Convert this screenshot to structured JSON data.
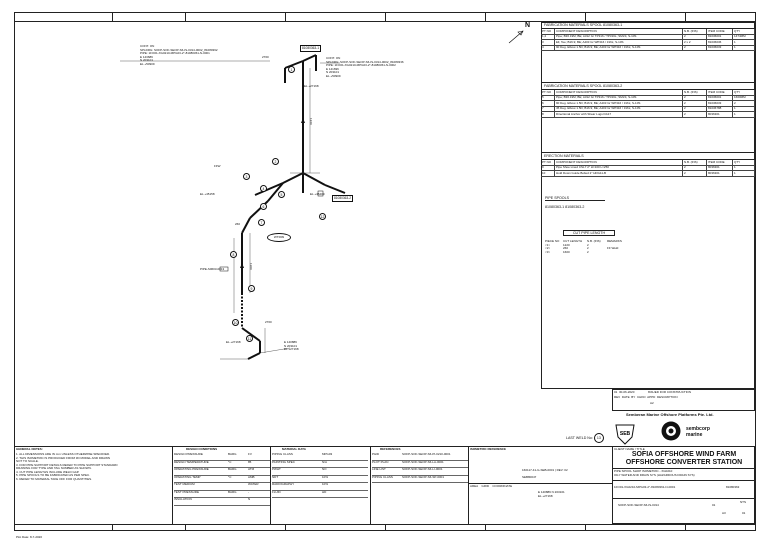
{
  "sheet": {
    "grid_top": [
      "",
      "",
      "",
      "",
      "",
      "",
      ""
    ],
    "plot_date": "Plot Date:  8-7-2020"
  },
  "north": {
    "label": "N"
  },
  "iso": {
    "cont_top_left": [
      "CONT. ON",
      "SPLDRG: SOFP-SOF-SEOP-S6-IS-0314-0002_81080362",
      "PIPE: 1FO01-XG0210-MPG03-2\"-81080361-N-0001",
      "E 143689",
      "N 203101",
      "EL +50909"
    ],
    "cont_top_right": [
      "CONT. ON",
      "SPLDRG: SOFP-SOF-SEOP-S6-IS-0314-0002_81080336",
      "PIPE: 1FO01-XG0210-MPG03-2\"-81080361-N-0002",
      "E 141696",
      "N 203101",
      "EL +50909"
    ],
    "spool_tags": {
      "top": "81080363-1",
      "mid": "81080363-2"
    },
    "dims": {
      "d2760_top": "2760",
      "d1220": "1220",
      "d1300": "1300",
      "d260": "260",
      "d2760_bot": "2760",
      "el_27168": "EL +27168"
    },
    "labels": {
      "ffw": "FFW",
      "el_45158": "EL +45158",
      "el_45209": "EL +45209",
      "pipe_ref": "PIPE-S0603-0013",
      "weld": "WTR09"
    },
    "bottom_coords": [
      "E 140889",
      "N 203101",
      "EL +27168"
    ],
    "bottom_el": "EL +27168",
    "circles": [
      "1",
      "2",
      "3",
      "4",
      "5",
      "6",
      "7",
      "8",
      "9",
      "10",
      "11",
      "12"
    ]
  },
  "fab1": {
    "title": "FABRICATION MATERIALS SPOOL 81080363-1",
    "headers": [
      "PT NO",
      "COMPONENT DESCRIPTION",
      "N.B. (INS)",
      "ITEM CODE",
      "QTY"
    ],
    "rows": [
      [
        "1,2",
        "Pipe; B36.19M; BE; A312 Gr TP316 / TP316L; SMLS; S-10S",
        "2",
        "81036001",
        "1474MM"
      ],
      [
        "3",
        "Ell, Tee; B16.9; BE; A403 Gr WP316 / 316L; S-10S",
        "2 x 2",
        "81036036",
        "1"
      ],
      [
        "4",
        "90 Deg. Elbow 1.5D; B16.9; BE; A403 Gr WP316 / 316L; S-10S",
        "2",
        "81036033",
        "1"
      ]
    ]
  },
  "fab2": {
    "title": "FABRICATION MATERIALS SPOOL 81080363-2",
    "headers": [
      "PT NO",
      "COMPONENT DESCRIPTION",
      "N.B. (INS)",
      "ITEM CODE",
      "QTY"
    ],
    "rows": [
      [
        "5",
        "Pipe; B36.19M; BE; A312 Gr TP316 / TP316L; SMLS; S-10S",
        "2",
        "81036001",
        "1660MM"
      ],
      [
        "6",
        "90 Deg. Elbow 1.5D; B16.9; BE; A403 Gr WP316 / 316L; S-10S",
        "2",
        "81036033",
        "2"
      ],
      [
        "7",
        "45 Deg. Elbow 1.5D; B16.9; BE; A403 Gr WP316 / 316L; S-10S",
        "2",
        "81036788",
        "1"
      ],
      [
        "8",
        "Directional Anchor with Shear Lugs DA17",
        "2",
        "8036301",
        "1"
      ]
    ]
  },
  "erect": {
    "title": "ERECTION MATERIALS",
    "headers": [
      "PT NO",
      "COMPONENT DESCRIPTION",
      "N.B. (INS)",
      "ITEM CODE",
      "QTY"
    ],
    "rows": [
      [
        "9",
        "Pipe Shoe Lined CSL7 2\" H=100 L=250",
        "2",
        "8036301",
        "1"
      ],
      [
        "10",
        "Hold Down Guide Bolted 2\" HDG11-B",
        "2",
        "8036301",
        "1"
      ]
    ]
  },
  "spools": {
    "title": "PIPE SPOOLS",
    "items": "81080363-1    81080363-2"
  },
  "cut": {
    "title": "CUT PIPE LENGTH",
    "headers": [
      "PIECE NO",
      "CUT LENGTH",
      "N.B. (INS)",
      "REMARKS"
    ],
    "rows": [
      [
        "<1>",
        "1220",
        "2",
        ""
      ],
      [
        "<2>",
        "260",
        "2",
        "FF Weld"
      ],
      [
        "<3>",
        "1600",
        "2",
        ""
      ]
    ]
  },
  "last_weld": {
    "label": "LAST WELD No:",
    "value": "13"
  },
  "rev": {
    "row": [
      "01",
      "30-06-2020",
      "ISSUED FOR CONSTRUCTION"
    ],
    "cols": [
      "REV",
      "DATE",
      "BY",
      "CHKD",
      "APPD",
      "DESCRIPTION"
    ],
    "status": "A2"
  },
  "company": {
    "name": "Semberan Marine Offshore Platforms Pte. Ltd.",
    "logo2": "sembcorp marine"
  },
  "title_block": {
    "client_small": "CLIENT NAME / TITLE",
    "project": "SOFIA OFFSHORE WIND FARM",
    "station": "OFFSHORE CONVERTER STATION",
    "desc1": "PIPE SPOOL SHOP ISOMETRIC - XG0210",
    "desc2": "OILY WATER AND DRAIN SYS (HAZARDOUS DRAIN SYS)",
    "line_no": "1FO01-XG0210-MPG03-2\"-81080361-N-0001",
    "sheet_no": "81080363",
    "drawing_no": "SOFP-SOF-SEOP-S6-IS-0314",
    "sheet": "01",
    "scale": "NTS",
    "size": "A3",
    "of": "01"
  },
  "bottom": {
    "general_notes_title": "GENERAL NOTES:",
    "notes": [
      "1. ALL DIMENSIONS ARE IN mm UNLESS OTHERWISE SPECIFIED.",
      "2. THIS ISOMETRIC IS PRODUCED FROM 3D MODEL AND DRAWN",
      "   NOT TO SCALE.",
      "3. FOR PIPE SUPPORT DETAILS REFER TO PIPE SUPPORT STANDARD",
      "   DRAWING FOR TYPE AND TAG NUMBER AS SHOWN.",
      "4. CUT PIPE LENGTHS INCLUDE WELD GAP.",
      "5. PIPE SPOOLS TO BE FABRICATED AS PER SPEC.",
      "6. REFER TO MATERIAL TAKE OFF FOR QUANTITIES."
    ],
    "design_title": "DESIGN CONDITIONS",
    "design_rows": [
      [
        "DESIGN PRESSURE",
        "BARG",
        "FV"
      ],
      [
        "DESIGN TEMPERATURE",
        "°C",
        "85"
      ],
      [
        "OPERATING PRESSURE",
        "BARG",
        "ATM"
      ],
      [
        "OPERATING TEMP",
        "°C",
        "AMB"
      ],
      [
        "TEST MEDIUM",
        "",
        "WATER"
      ],
      [
        "TEST PRESSURE",
        "BARG",
        "-"
      ],
      [
        "INSULATION",
        "",
        "N"
      ]
    ],
    "material_title": "MATERIAL DATA",
    "material_rows": [
      [
        "PIPING CLASS",
        "MPG03"
      ],
      [
        "PAINTING SPEC",
        "N/A"
      ],
      [
        "PWHT",
        "NO"
      ],
      [
        "NDT",
        "10%"
      ],
      [
        "RADIOGRAPHY",
        "10%"
      ],
      [
        "FLUID",
        "HD"
      ]
    ],
    "ref_title": "REFERENCES",
    "ref_rows": [
      [
        "P&ID",
        "SOFP-SOF-SEOP-S6-PI-0210-0001"
      ],
      [
        "PLOT PLAN",
        "SOFP-SOF-SEOP-S6-LA-0001"
      ],
      [
        "LINE LIST",
        "SOFP-SOF-SEOP-S6-LI-0001"
      ],
      [
        "PIPING CLASS",
        "SOFP-SOF-SEOP-S6-SP-0001"
      ]
    ],
    "iso_title": "ISOMETRIC REFERENCE",
    "iso_ref": "160117-41-G-SEB-0001 | REV: 02",
    "iso_ref2": "SEB80047",
    "coords_hdr": [
      "AREA",
      "GRID",
      "COORDINATE"
    ],
    "coords": [
      "E 140889 N 203101",
      "EL +27168"
    ]
  }
}
